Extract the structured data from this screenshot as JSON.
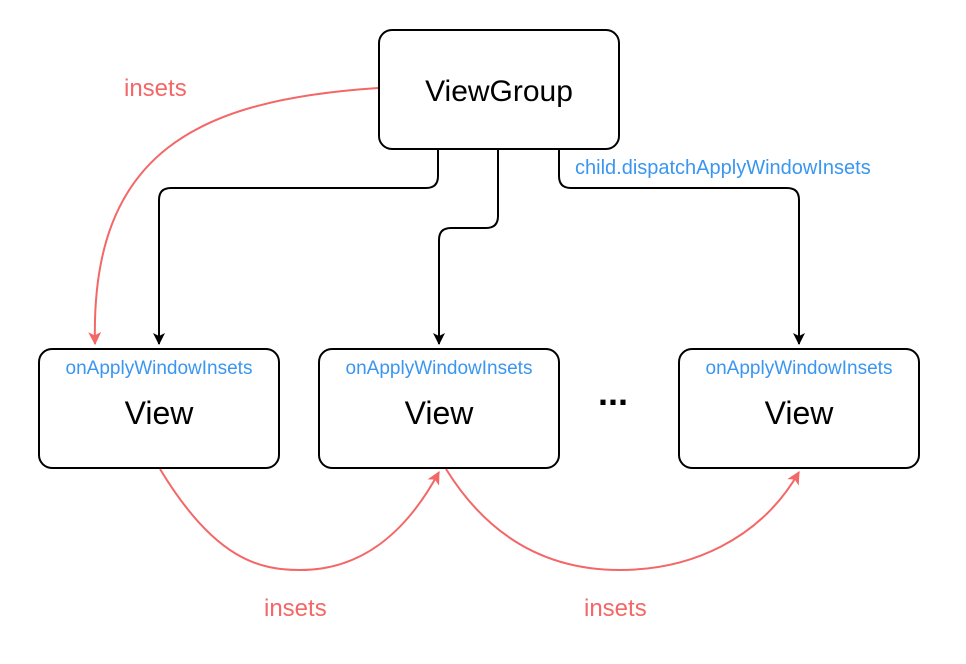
{
  "diagram": {
    "parent": {
      "label": "ViewGroup"
    },
    "children": [
      {
        "method": "onApplyWindowInsets",
        "label": "View"
      },
      {
        "method": "onApplyWindowInsets",
        "label": "View"
      },
      {
        "method": "onApplyWindowInsets",
        "label": "View"
      }
    ],
    "ellipsis": "...",
    "dispatch_label": "child.dispatchApplyWindowInsets",
    "insets_labels": [
      "insets",
      "insets",
      "insets"
    ],
    "colors": {
      "stroke": "#000000",
      "insets": "#f36767",
      "method": "#3a96f0"
    }
  }
}
